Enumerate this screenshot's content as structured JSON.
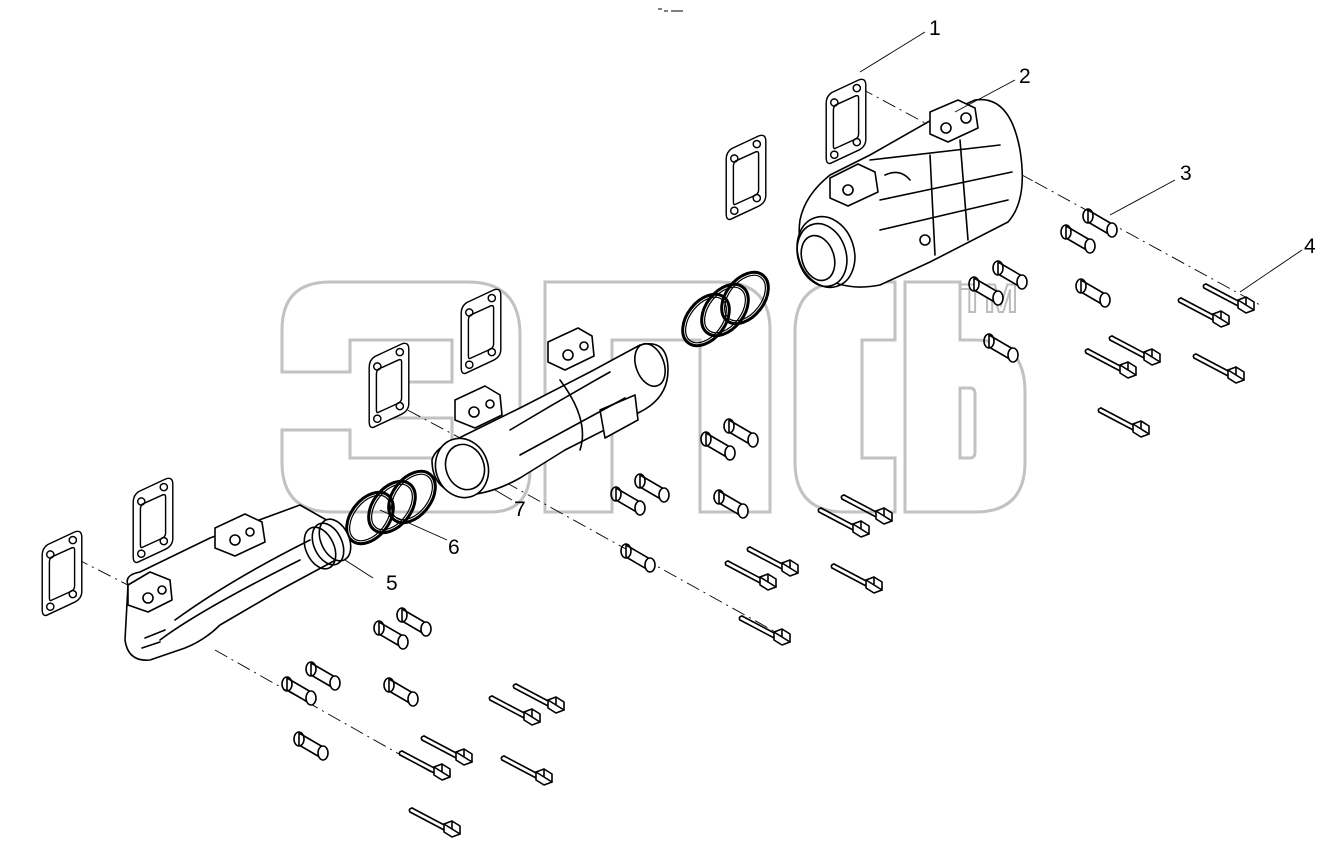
{
  "diagram": {
    "callouts": [
      {
        "id": "1",
        "label": "1"
      },
      {
        "id": "2",
        "label": "2"
      },
      {
        "id": "3",
        "label": "3"
      },
      {
        "id": "4",
        "label": "4"
      },
      {
        "id": "5",
        "label": "5"
      },
      {
        "id": "6",
        "label": "6"
      },
      {
        "id": "7",
        "label": "7"
      }
    ],
    "watermark": {
      "trademark": "TM"
    }
  }
}
